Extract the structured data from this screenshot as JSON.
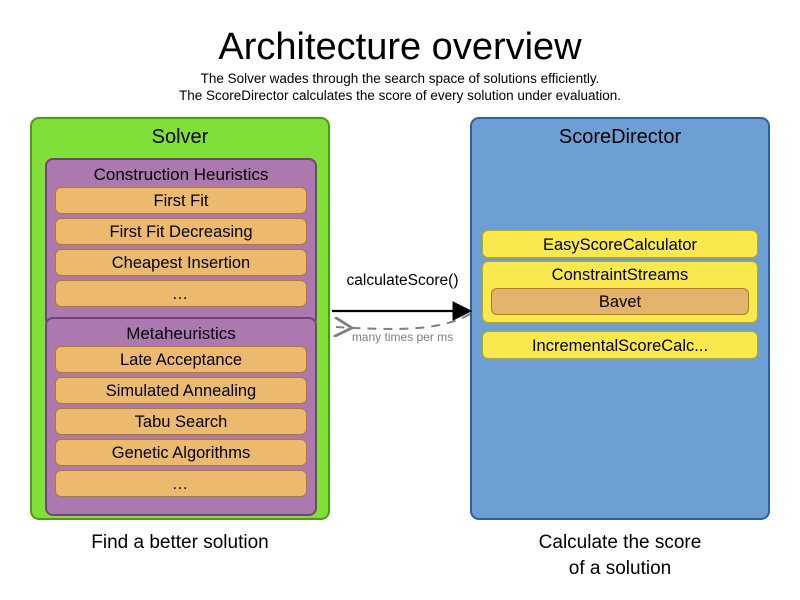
{
  "header": {
    "title": "Architecture overview",
    "subtitle_line1": "The Solver wades through the search space of solutions efficiently.",
    "subtitle_line2": "The ScoreDirector calculates the score of every solution under evaluation."
  },
  "solver": {
    "title": "Solver",
    "caption": "Find a better solution",
    "groups": [
      {
        "title": "Construction Heuristics",
        "items": [
          "First Fit",
          "First Fit Decreasing",
          "Cheapest Insertion",
          "…"
        ]
      },
      {
        "title": "Metaheuristics",
        "items": [
          "Late Acceptance",
          "Simulated Annealing",
          "Tabu Search",
          "Genetic Algorithms",
          "…"
        ]
      }
    ]
  },
  "score_director": {
    "title": "ScoreDirector",
    "caption_line1": "Calculate the score",
    "caption_line2": "of a solution",
    "calculators": [
      {
        "label": "EasyScoreCalculator"
      },
      {
        "label": "ConstraintStreams",
        "nested": "Bavet"
      },
      {
        "label": "IncrementalScoreCalc..."
      }
    ]
  },
  "arrows": {
    "forward_label": "calculateScore()",
    "return_label": "many times per ms"
  },
  "colors": {
    "solver_green": "#80DF38",
    "solver_green_border": "#4e9c14",
    "group_purple": "#AC78B0",
    "group_purple_border": "#6f4673",
    "item_orange": "#EBBA6E",
    "item_orange_border": "#b07d24",
    "scoredirector_blue": "#6E9FD4",
    "scoredirector_blue_border": "#2f5f9e",
    "calculator_yellow": "#FAE84F",
    "calculator_yellow_border": "#c5a800",
    "arrow_solid": "#000000",
    "arrow_dashed": "#808080",
    "background": "#ffffff"
  }
}
